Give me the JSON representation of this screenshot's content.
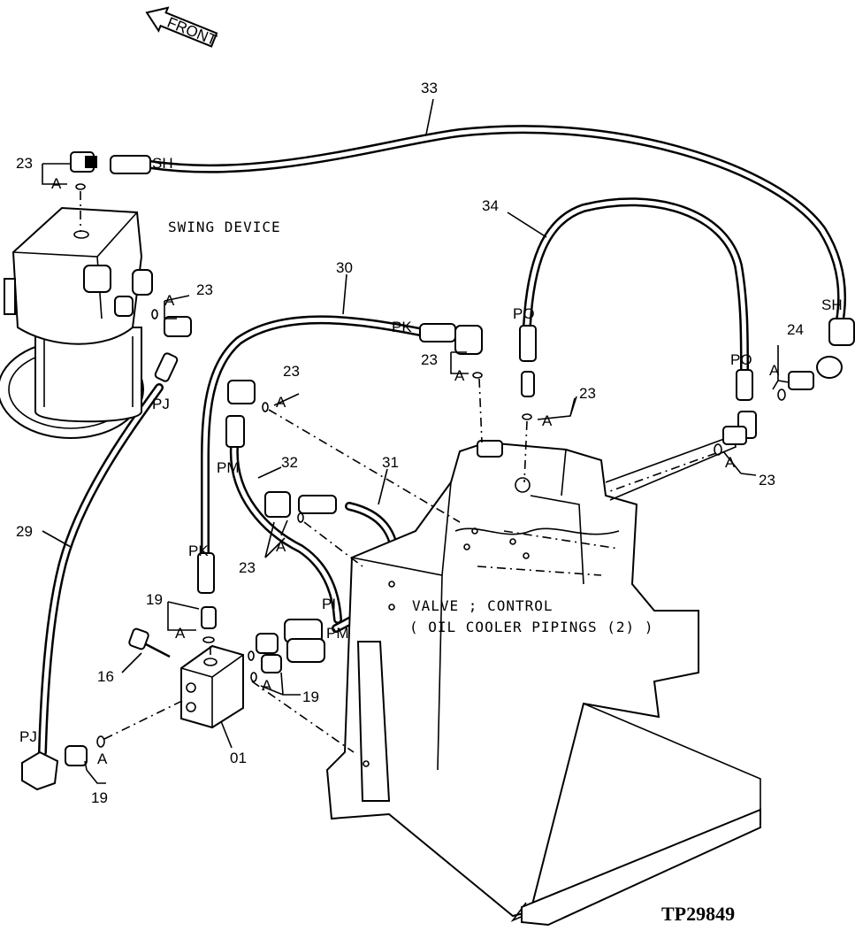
{
  "labels": {
    "front": "FRONT",
    "swing_device": "SWING DEVICE",
    "valve_title": "VALVE ; CONTROL",
    "valve_sub": "( OIL COOLER PIPINGS (2) )",
    "ref": "TP29849",
    "n33": "33",
    "n34": "34",
    "n30": "30",
    "n31": "31",
    "n32": "32",
    "n29": "29",
    "n24": "24",
    "n19a": "19",
    "n19b": "19",
    "n19c": "19",
    "n16": "16",
    "n01": "01",
    "n23a": "23",
    "n23b": "23",
    "n23c": "23",
    "n23d": "23",
    "n23e": "23",
    "n23f": "23",
    "n23g": "23",
    "a1": "A",
    "a2": "A",
    "a3": "A",
    "a4": "A",
    "a5": "A",
    "a6": "A",
    "a7": "A",
    "a8": "A",
    "a9": "A",
    "a10": "A",
    "a11": "A",
    "sh1": "SH",
    "sh2": "SH",
    "pk1": "PK",
    "pk2": "PK",
    "po1": "PO",
    "po2": "PO",
    "pj1": "PJ",
    "pj2": "PJ",
    "pm1": "PM",
    "pm2": "PM",
    "pi": "PI"
  }
}
